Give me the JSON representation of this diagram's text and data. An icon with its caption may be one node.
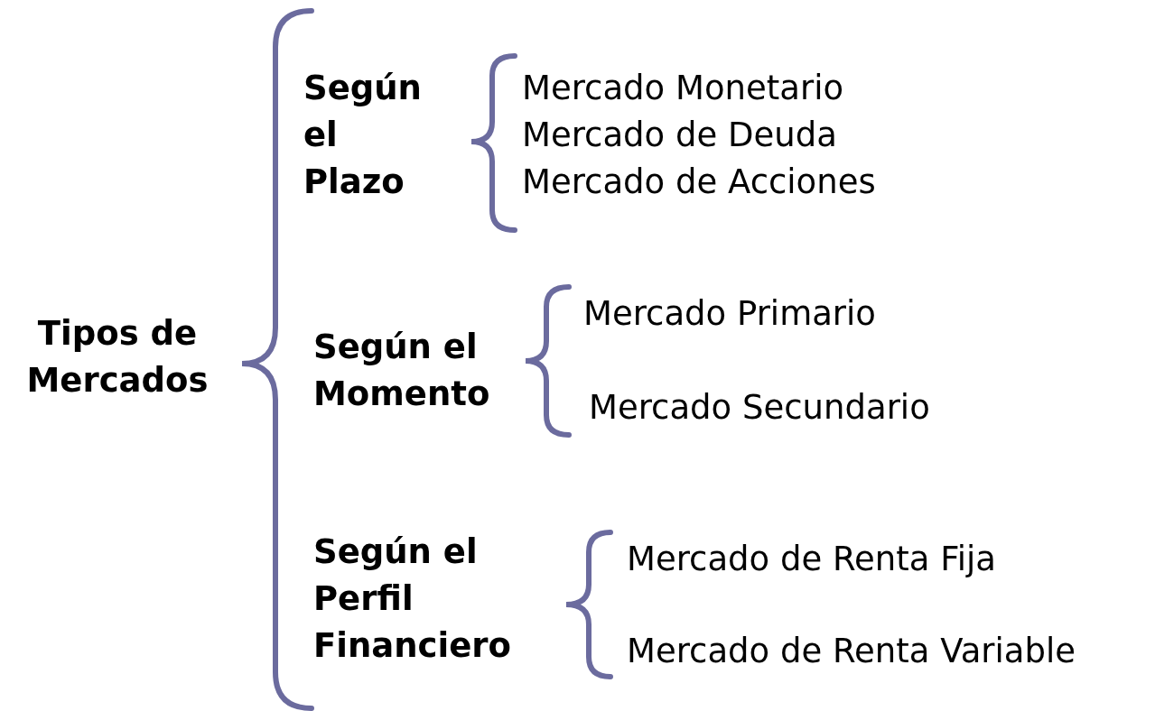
{
  "diagram": {
    "nodes": [
      {
        "text": [
          "Tipos de Mercados"
        ]
      },
      {
        "text": [
          "Según el Plazo"
        ]
      },
      {
        "text": [
          "Mercado Monetario"
        ]
      },
      {
        "text": [
          "Mercado de Deuda"
        ]
      },
      {
        "text": [
          "Mercado de Acciones"
        ]
      },
      {
        "text": [
          "Según el Momento"
        ]
      },
      {
        "text": [
          "Mercado Primario"
        ]
      },
      {
        "text": [
          "Mercado Secundario"
        ]
      },
      {
        "text": [
          "Según el Perfil Financiero"
        ]
      },
      {
        "text": [
          "Mercado de Renta Fija"
        ]
      },
      {
        "text": [
          "Mercado de Renta Variable"
        ]
      }
    ]
  }
}
